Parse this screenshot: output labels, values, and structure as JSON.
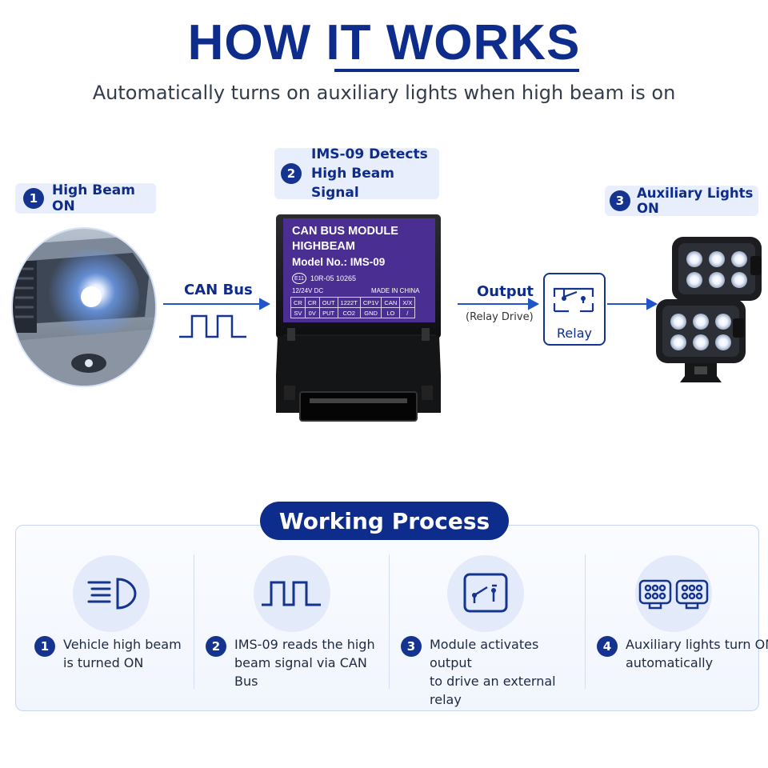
{
  "header": {
    "title": "HOW IT WORKS",
    "subtitle": "Automatically turns on auxiliary lights when high beam is on"
  },
  "steps": [
    {
      "num": "1",
      "label": "High Beam ON"
    },
    {
      "num": "2",
      "label_line1": "IMS-09 Detects",
      "label_line2": "High Beam Signal"
    },
    {
      "num": "3",
      "label": "Auxiliary Lights ON"
    }
  ],
  "flow": {
    "canbus": "CAN Bus",
    "output": "Output",
    "output_note": "(Relay Drive)",
    "relay": "Relay"
  },
  "module": {
    "title_line1": "CAN BUS MODULE",
    "title_line2": "HIGHBEAM",
    "model": "Model No.: IMS-09",
    "cert_mark": "E11",
    "cert_code": "10R-05 10265",
    "voltage": "12/24V DC",
    "made": "MADE IN CHINA",
    "pins_top": [
      "CR",
      "CR",
      "OUT",
      "1222T",
      "CP1V",
      "CAN",
      "X/X"
    ],
    "pins_bottom": [
      "SV",
      "0V",
      "PUT",
      "CO2",
      "GND",
      "LO",
      "/"
    ]
  },
  "working_process": {
    "title": "Working Process",
    "items": [
      {
        "num": "1",
        "line1": "Vehicle high beam",
        "line2": "is turned ON",
        "icon": "headlight-icon"
      },
      {
        "num": "2",
        "line1": "IMS-09 reads the high",
        "line2": "beam signal via CAN Bus",
        "icon": "square-wave-icon"
      },
      {
        "num": "3",
        "line1": "Module activates output",
        "line2": "to drive an external relay",
        "icon": "relay-icon"
      },
      {
        "num": "4",
        "line1": "Auxiliary lights turn ON",
        "line2": "automatically",
        "icon": "aux-lights-icon"
      }
    ]
  },
  "colors": {
    "primary": "#0d2c8c",
    "label_bg": "#e8eefb",
    "module_label": "#4a2e92",
    "arrow": "#1f55c8"
  }
}
